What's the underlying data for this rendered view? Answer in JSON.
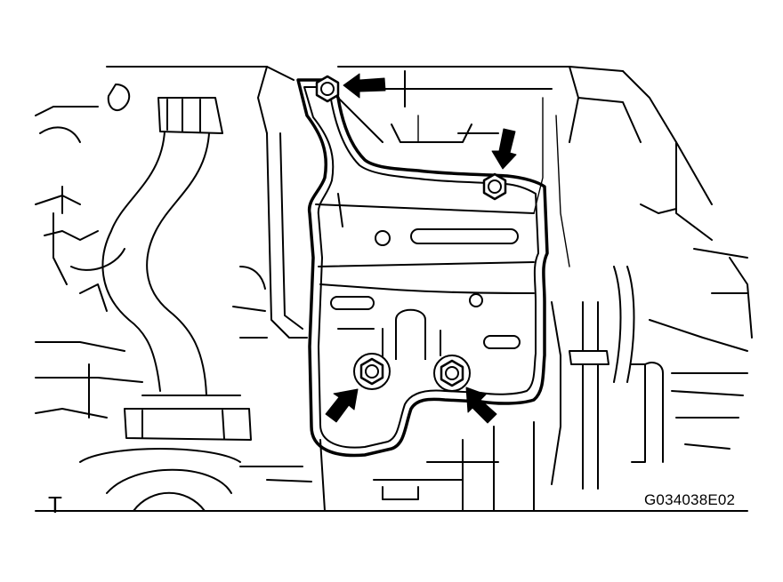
{
  "figure": {
    "id_text": "G034038E02",
    "corner_mark": "T",
    "ink_color": "#000000",
    "paper_color": "#ffffff"
  },
  "parts": {
    "bolts": [
      {
        "name": "bolt-top-left-icon"
      },
      {
        "name": "bolt-top-right-icon"
      },
      {
        "name": "bolt-bottom-left-icon"
      },
      {
        "name": "bolt-bottom-right-icon"
      }
    ],
    "arrows": [
      {
        "name": "arrow-top-left-icon",
        "direction": "left"
      },
      {
        "name": "arrow-top-right-icon",
        "direction": "down"
      },
      {
        "name": "arrow-bottom-left-icon",
        "direction": "up-right"
      },
      {
        "name": "arrow-bottom-right-icon",
        "direction": "up-left"
      }
    ]
  }
}
